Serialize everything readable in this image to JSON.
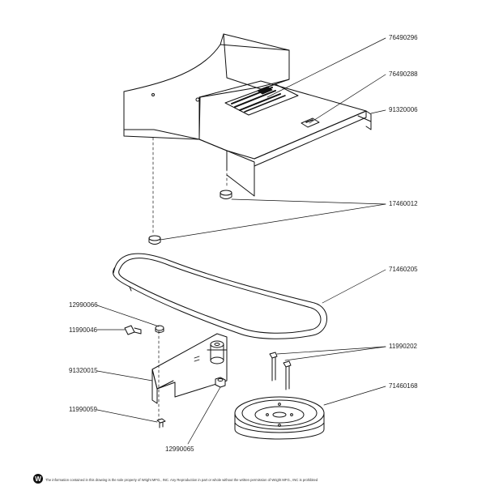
{
  "parts": {
    "decal_large": "76490296",
    "decal_small": "76490288",
    "bracket_right": "91320006",
    "bumper": "17460012",
    "belt": "71460205",
    "nut_top": "12990066",
    "bolt_left": "11990046",
    "idler_bracket": "91320015",
    "bolts_pair": "11990202",
    "pulley": "71460168",
    "bolt_bottom": "11990059",
    "nut_bottom": "12990065"
  },
  "footer": {
    "logo_letter": "W",
    "notice": "The information contained in this drawing is the sole property of Wright MFG., INC. Any Reproduction in part or whole without the written permission of Wright MFG., INC is prohibited"
  }
}
